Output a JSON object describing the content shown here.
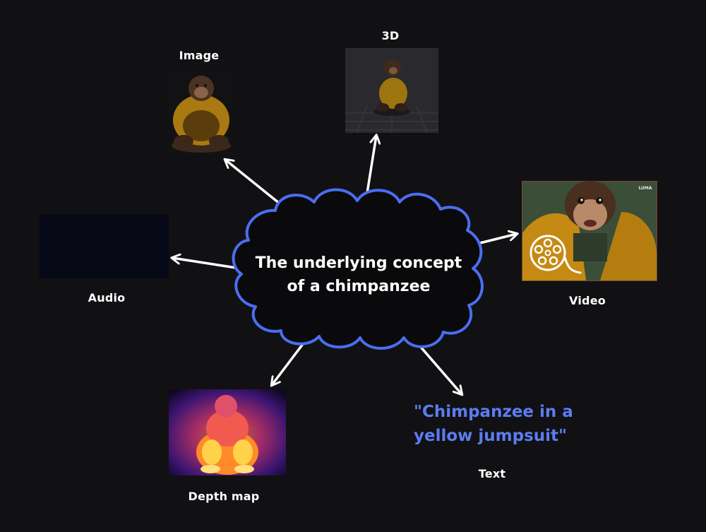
{
  "concept": {
    "line1": "The underlying concept",
    "line2": "of a chimpanzee"
  },
  "nodes": {
    "image": "Image",
    "three_d": "3D",
    "video": "Video",
    "audio": "Audio",
    "depth_map": "Depth map",
    "text": "Text"
  },
  "text_sample": {
    "line1": "\"Chimpanzee in a",
    "line2": "yellow jumpsuit\""
  },
  "video_watermark": "LUMA",
  "colors": {
    "background": "#111013",
    "cloud_stroke": "#4a6ef0",
    "quote_text": "#5b7df0",
    "arrow": "#ffffff"
  }
}
